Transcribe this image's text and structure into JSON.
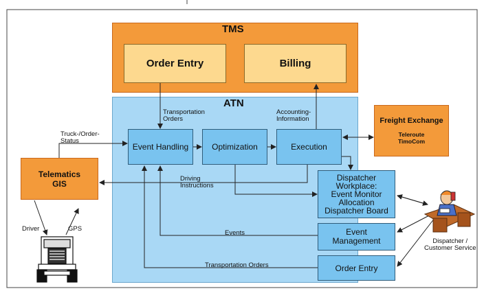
{
  "tms": {
    "title": "TMS",
    "order_entry": "Order Entry",
    "billing": "Billing"
  },
  "atn": {
    "title": "ATN"
  },
  "nodes": {
    "event_handling": "Event Handling",
    "optimization": "Optimization",
    "execution": "Execution",
    "dispatcher_workplace": "Dispatcher\nWorkplace:\nEvent Monitor\nAllocation\nDispatcher Board",
    "event_management": "Event\nManagement",
    "order_entry_atn": "Order Entry"
  },
  "freight": {
    "title": "Freight Exchange",
    "sub": "Teleroute\nTimoCom"
  },
  "telematics": {
    "title": "Telematics\nGIS"
  },
  "labels": {
    "transportation_orders_top": "Transportation\nOrders",
    "accounting": "Accounting-\nInformation",
    "truck_status": "Truck-/Order-\nStatus",
    "driving_instructions": "Driving\nInstructions",
    "events": "Events",
    "transportation_orders_bottom": "Transportation Orders",
    "driver": "Driver",
    "gps": "GPS",
    "dispatcher_cs": "Dispatcher /\nCustomer Service"
  },
  "colors": {
    "orange": "#f39a3a",
    "light_orange": "#fdd98f",
    "atn_blue": "#a9d8f5",
    "node_blue": "#79c3ef"
  }
}
